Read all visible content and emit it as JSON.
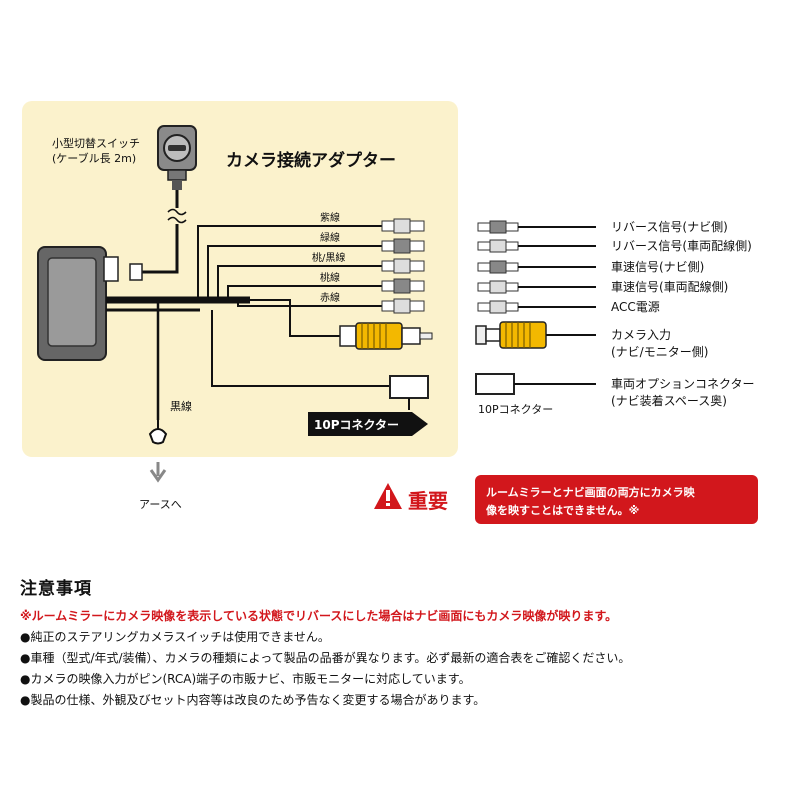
{
  "title": "カメラ接続アダプター",
  "switch_label": [
    "小型切替スイッチ",
    "(ケーブル長 2m)"
  ],
  "wire_labels": [
    "紫線",
    "緑線",
    "桃/黒線",
    "桃線",
    "赤線"
  ],
  "ground_wire_label": "黒線",
  "ground_label": "アースへ",
  "connector_10p_label": "10Pコネクター",
  "legend": [
    {
      "label": "リバース信号(ナビ側)",
      "connector": "gray-plug"
    },
    {
      "label": "リバース信号(車両配線側)",
      "connector": "white-plug"
    },
    {
      "label": "車速信号(ナビ側)",
      "connector": "gray-plug"
    },
    {
      "label": "車速信号(車両配線側)",
      "connector": "white-plug"
    },
    {
      "label": "ACC電源",
      "connector": "white-plug"
    },
    {
      "label": [
        "カメラ入力",
        "(ナビ/モニター側)"
      ],
      "connector": "rca-plug"
    },
    {
      "label": [
        "車両オプションコネクター",
        "(ナビ装着スペース奥)"
      ],
      "connector": "10p-connector"
    }
  ],
  "legend_10p_caption": "10Pコネクター",
  "important": {
    "title": "重要",
    "text": [
      "ルームミラーとナビ画面の両方にカメラ映",
      "像を映すことはできません。※"
    ]
  },
  "notes": {
    "heading": "注意事項",
    "warning": "※ルームミラーにカメラ映像を表示している状態でリバースにした場合はナビ画面にもカメラ映像が映ります。",
    "items": [
      "●純正のステアリングカメラスイッチは使用できません。",
      "●車種（型式/年式/装備）、カメラの種類によって製品の品番が異なります。必ず最新の適合表をご確認ください。",
      "●カメラの映像入力がピン(RCA)端子の市販ナビ、市販モニターに対応しています。",
      "●製品の仕様、外観及びセット内容等は改良のため予告なく変更する場合があります。"
    ]
  },
  "colors": {
    "panel_bg": "#fbf2cc",
    "rca_yellow": "#f3b800",
    "important_red": "#d2171c",
    "box_gray": "#666666"
  }
}
